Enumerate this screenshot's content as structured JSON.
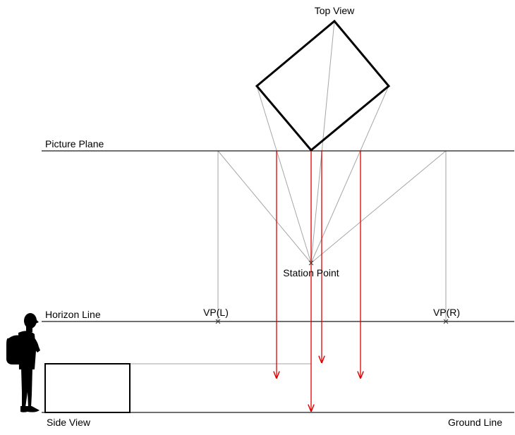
{
  "labels": {
    "top_view": "Top View",
    "picture_plane": "Picture Plane",
    "station_point": "Station Point",
    "horizon_line": "Horizon Line",
    "vp_left": "VP(L)",
    "vp_right": "VP(R)",
    "side_view": "Side View",
    "ground_line": "Ground Line"
  },
  "colors": {
    "structure_line": "#000000",
    "construction_line": "#a6a6a6",
    "projection_arrow": "#e00000",
    "silhouette": "#000000",
    "background": "#ffffff"
  },
  "icons": {
    "figure": "person-silhouette-icon",
    "marker": "x-marker-icon"
  }
}
